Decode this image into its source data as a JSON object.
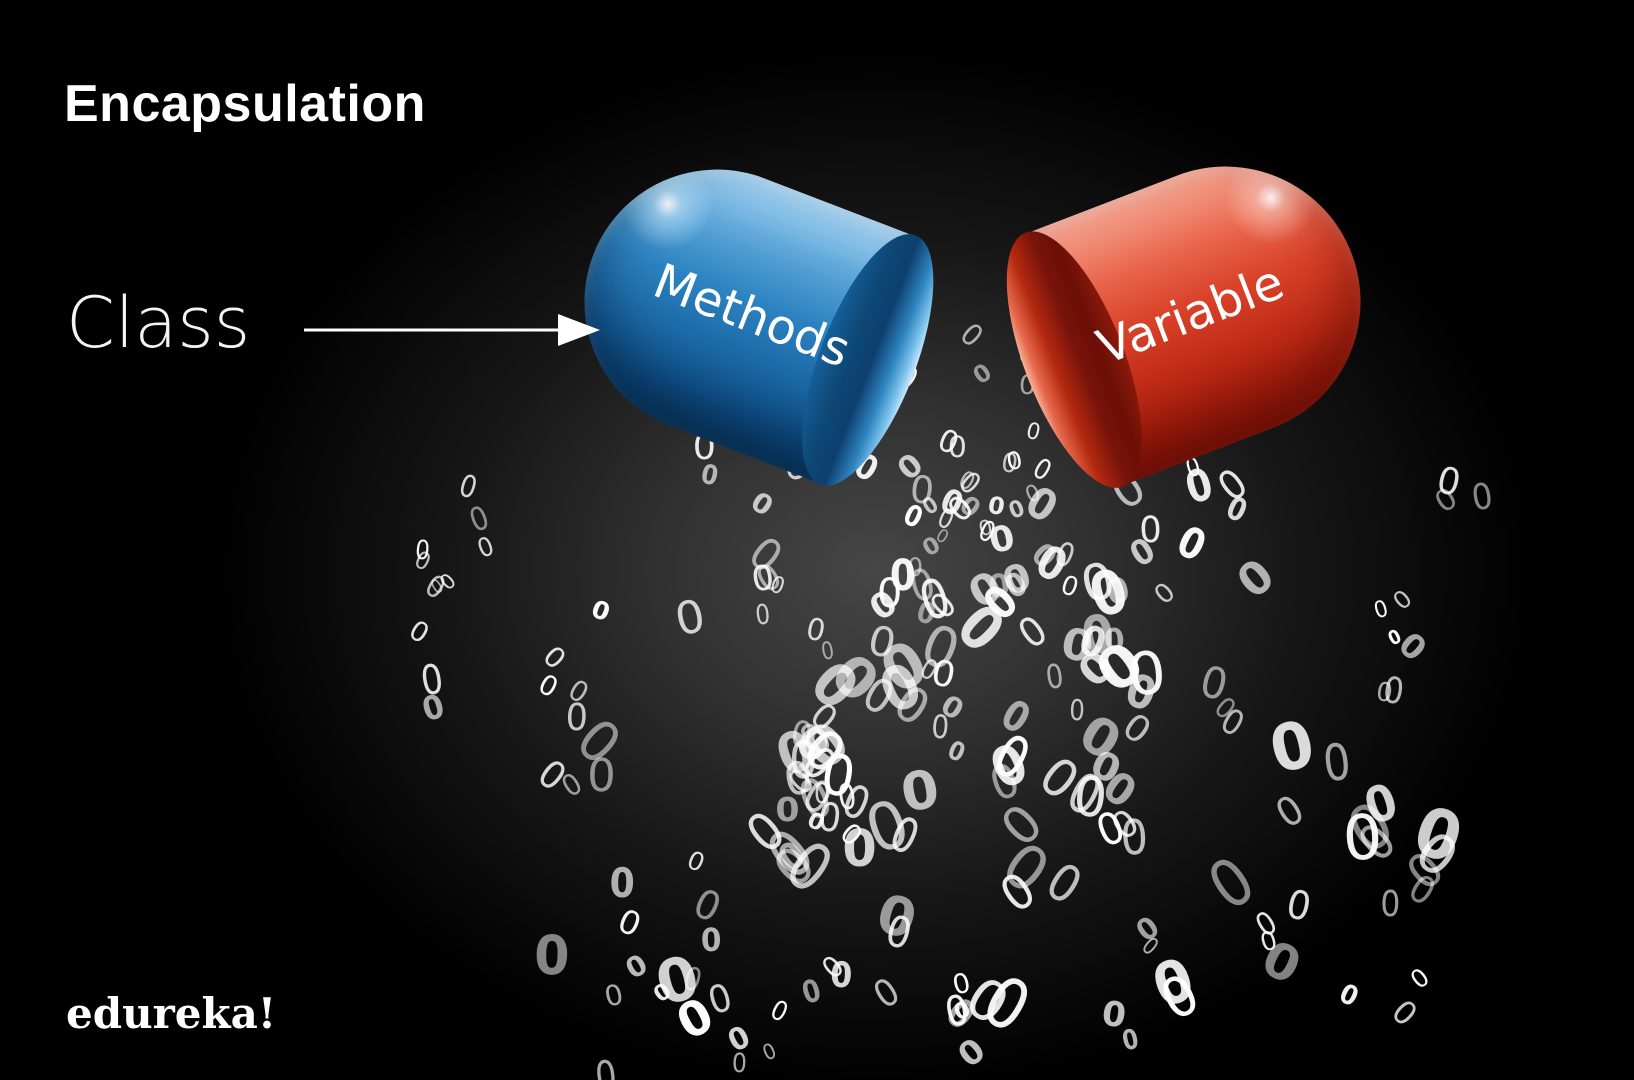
{
  "title": "Encapsulation",
  "class_label": "Class",
  "icons": {
    "class_pointer": "arrow-right"
  },
  "capsules": {
    "left": {
      "label": "Methods",
      "color": "#2C82C0"
    },
    "right": {
      "label": "Variable",
      "color": "#D84028"
    }
  },
  "digits": {
    "glyph": "0",
    "count": 186,
    "color": "#FFFFFF"
  },
  "logo": {
    "text": "edureka!"
  },
  "background": {
    "base": "#000000",
    "glow": "#464646"
  }
}
